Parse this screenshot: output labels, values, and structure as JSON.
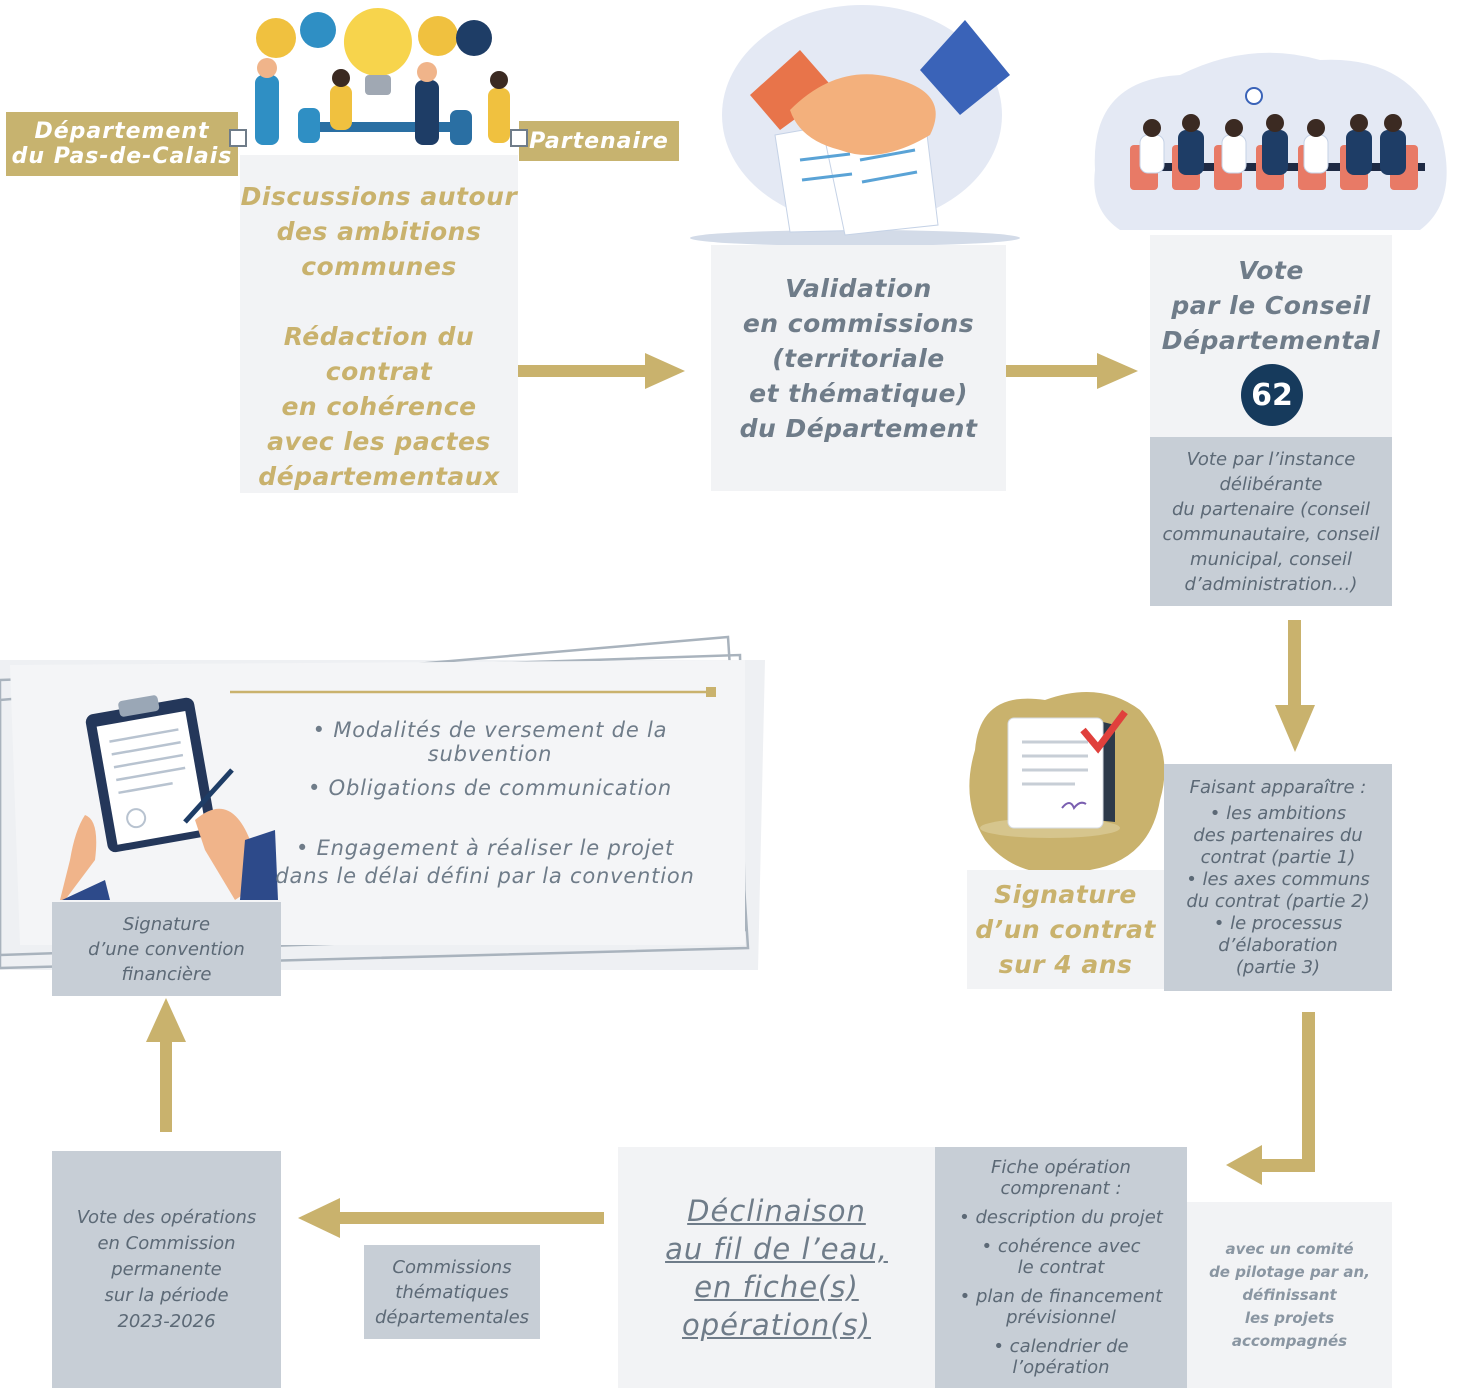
{
  "tags": {
    "departement": [
      "Département",
      "du Pas-de-Calais"
    ],
    "partenaire": "Partenaire"
  },
  "step1": {
    "discussion": [
      "Discussions autour",
      "des ambitions",
      "communes"
    ],
    "redaction": [
      "Rédaction du contrat",
      "en cohérence",
      "avec les pactes",
      "départementaux"
    ]
  },
  "step2": {
    "validation": [
      "Validation",
      "en commissions",
      "(territoriale",
      "et thématique)",
      "du Département"
    ]
  },
  "step3": {
    "vote": [
      "Vote",
      "par le Conseil",
      "Départemental"
    ],
    "badge": "62",
    "instance": [
      "Vote par l’instance",
      "délibérante",
      "du partenaire (conseil",
      "communautaire, conseil",
      "municipal, conseil",
      "d’administration…)"
    ]
  },
  "step4": {
    "signature": [
      "Signature",
      "d’un contrat",
      "sur 4 ans"
    ],
    "faisant": [
      "Faisant apparaître :",
      "• les ambitions",
      "des partenaires du",
      "contrat (partie 1)",
      "• les axes communs",
      "du contrat (partie 2)",
      "• le processus",
      "d’élaboration",
      "(partie 3)"
    ]
  },
  "step5": {
    "declinaison": [
      "Déclinaison",
      "au fil de l’eau,",
      "en fiche(s)",
      "opération(s)"
    ],
    "fiche": [
      "Fiche opération",
      "comprenant :",
      "• description du projet",
      "• cohérence avec",
      "le contrat",
      "• plan de financement",
      "prévisionnel",
      "• calendrier de",
      "l’opération"
    ],
    "comite": [
      "avec un comité",
      "de pilotage par an,",
      "définissant",
      "les projets",
      "accompagnés"
    ]
  },
  "step6": {
    "commissions": [
      "Commissions",
      "thématiques",
      "départementales"
    ],
    "vote_operations": [
      "Vote des opérations",
      "en Commission",
      "permanente",
      "sur la période",
      "2023-2026"
    ]
  },
  "step7": {
    "convention": [
      "Signature",
      "d’une convention",
      "financière"
    ],
    "modalites": "• Modalités de versement de la subvention",
    "obligations": "• Obligations de communication",
    "engagement": [
      "• Engagement à réaliser le projet",
      "dans le délai défini par la convention"
    ]
  },
  "colors": {
    "gold": "#c9b26d",
    "grey_text": "#6f7c89",
    "light_box": "#f2f3f5",
    "mid_box": "#c7ced6",
    "badge_navy": "#163a5c"
  }
}
